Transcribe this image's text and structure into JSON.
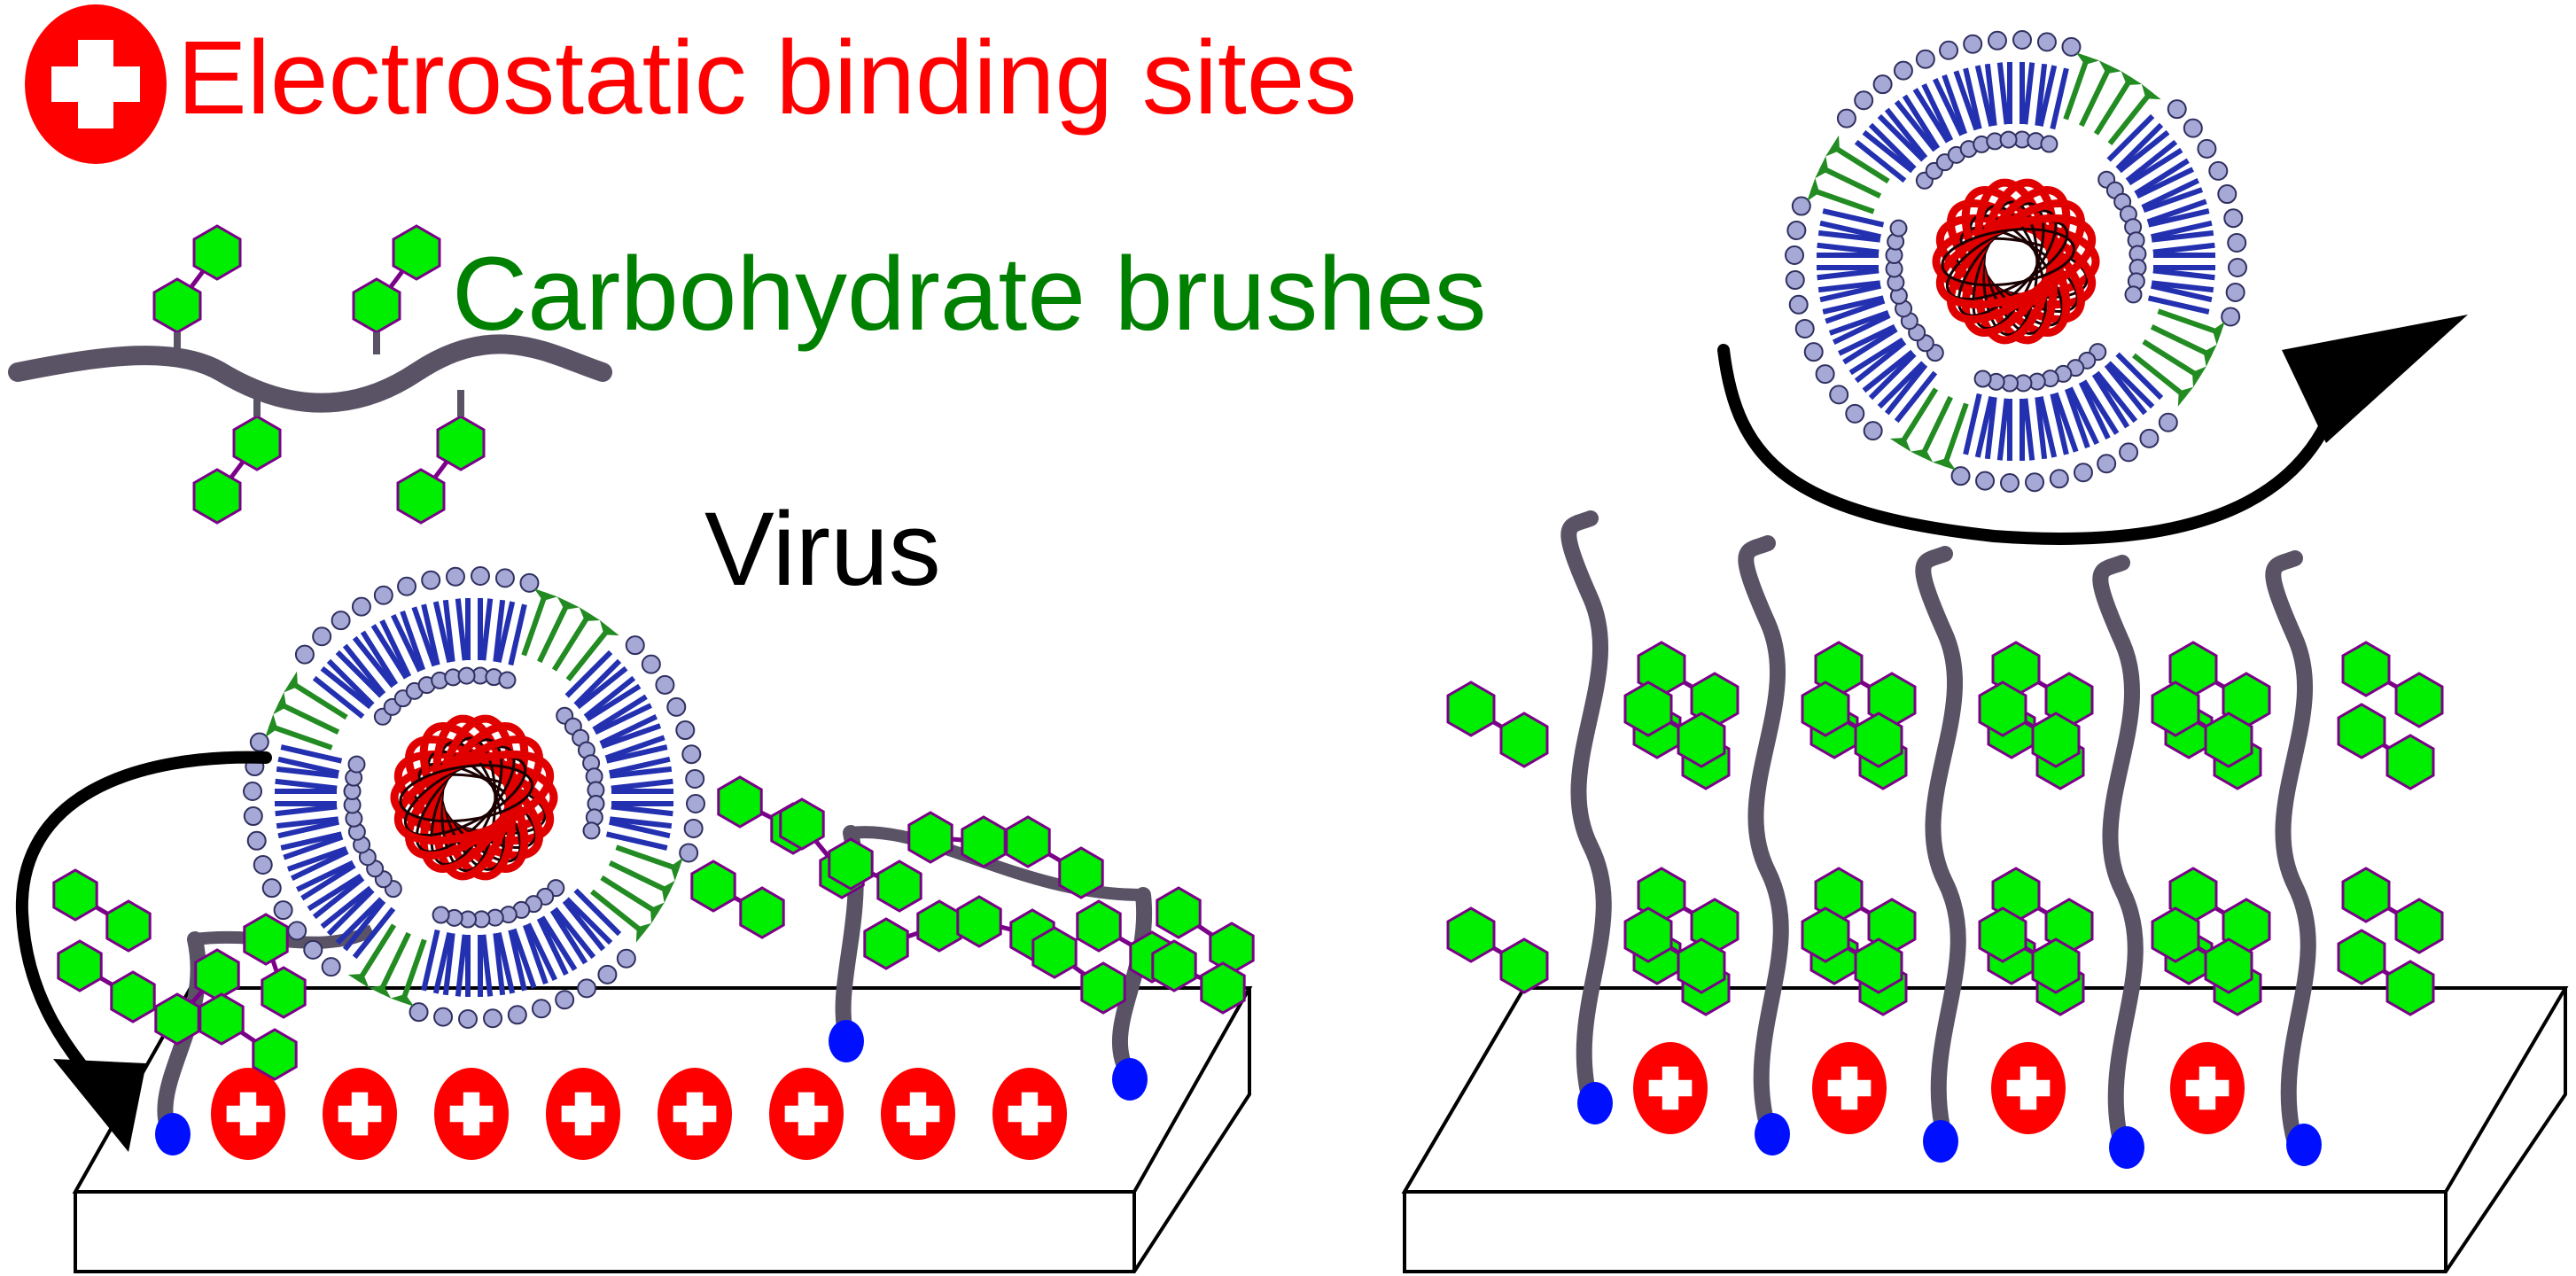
{
  "legend": {
    "electrostatic_label": "Electrostatic binding sites",
    "carbohydrate_label": "Carbohydrate brushes",
    "virus_label": "Virus"
  },
  "colors": {
    "electrostatic_text": "#ff0000",
    "carbohydrate_text": "#008000",
    "virus_text": "#000000",
    "charge_fill": "#ff0000",
    "sugar_fill": "#00ee00",
    "sugar_stroke": "#7b0088",
    "polymer": "#5a5366",
    "anchor": "#0010ff",
    "lipid_head": "#a6a8d6",
    "lipid_tail": "#2330b0",
    "glycoprotein": "#228b22",
    "rna": "#e00000",
    "arrow": "#000000"
  },
  "icons": [
    "plus-charge-icon",
    "hexagon-sugar-icon",
    "lipid-bilayer-icon",
    "glycoprotein-spike-icon",
    "rna-coil-icon",
    "curved-arrow-icon"
  ],
  "scenes": [
    {
      "id": "bound",
      "state": "virus captured by flexible brush on charged surface",
      "charge_sites": 8
    },
    {
      "id": "repelled",
      "state": "virus repelled by dense upright brush",
      "charge_sites": 4
    }
  ]
}
